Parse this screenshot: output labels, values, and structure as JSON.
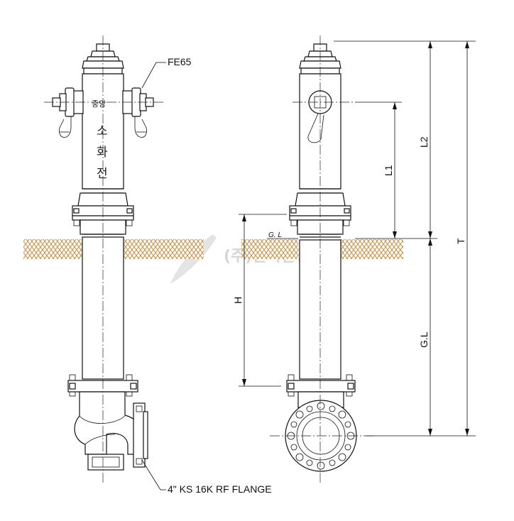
{
  "labels": {
    "outlet": "FE65",
    "flange": "4\" KS 16K RF FLANGE",
    "ground_line_short": "G. L",
    "dim_l1": "L1",
    "dim_l2": "L2",
    "dim_t": "T",
    "dim_h": "H",
    "dim_gl": "G.L"
  },
  "body_text": {
    "maker": "중앙",
    "char_1": "소",
    "char_2": "화",
    "char_3": "전"
  },
  "watermark": "(주)한국안전",
  "colors": {
    "soil": "#c9964f",
    "line": "#111111",
    "watermark": "#d6d6d6"
  }
}
